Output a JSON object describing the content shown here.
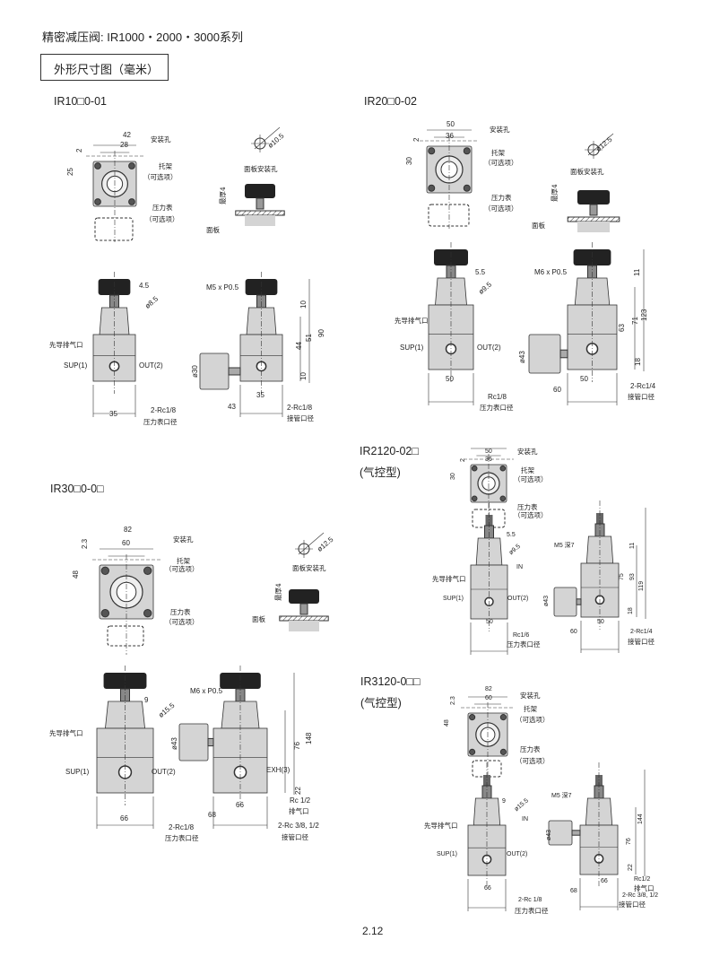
{
  "header": {
    "title": "精密减压阀: IR1000・2000・3000系列",
    "section_box": "外形尺寸图（毫米）"
  },
  "page_number": "2.12",
  "common": {
    "mount_hole": "安装孔",
    "bracket": "托架",
    "optional": "（可选项）",
    "gauge": "压力表",
    "panel_hole": "面板安装孔",
    "panel_thick": "最厚4",
    "panel": "面板",
    "pilot_exhaust": "先导排气口",
    "sup": "SUP(1)",
    "out": "OUT(2)",
    "gauge_port": "压力表口径",
    "pipe_port": "接管口径",
    "exhaust_port": "排气口",
    "in": "IN",
    "exh": "EXH(3)",
    "pneumatic": "(气控型)"
  },
  "ir10": {
    "model": "IR10□0-01",
    "top": {
      "w": "42",
      "hole": "28",
      "off": "2",
      "h": "25"
    },
    "panel_dia": "ø10.5",
    "front": {
      "d1": "4.5",
      "d2": "ø8.5",
      "width": "35",
      "port": "2-Rc1/8"
    },
    "side": {
      "thread": "M5 x P0.5",
      "d10a": "10",
      "d51": "51",
      "d44": "44",
      "d90": "90",
      "d10b": "10",
      "gauge_dia": "ø30",
      "width": "35",
      "depth": "43",
      "port": "2-Rc1/8"
    }
  },
  "ir20": {
    "model": "IR20□0-02",
    "top": {
      "w": "50",
      "hole": "36",
      "off": "2",
      "h": "30"
    },
    "panel_dia": "ø12.5",
    "front": {
      "d1": "5.5",
      "d2": "ø9.5",
      "width": "50",
      "port": "Rc1/8"
    },
    "side": {
      "thread": "M6 x P0.5",
      "d11": "11",
      "d63": "63",
      "d71": "71",
      "d123": "123",
      "d18": "18",
      "gauge_dia": "ø43",
      "width": "50",
      "depth": "60",
      "port": "2-Rc1/4"
    }
  },
  "ir2120": {
    "model": "IR2120-02□",
    "top": {
      "w": "50",
      "hole": "36",
      "off": "2",
      "h": "30"
    },
    "front": {
      "d1": "5.5",
      "d2": "ø9.5",
      "width": "50",
      "port": "Rc1/6"
    },
    "side": {
      "thread": "M5 深7",
      "d11": "11",
      "d75": "75",
      "d93": "93",
      "d119": "119",
      "d18": "18",
      "gauge_dia": "ø43",
      "width": "50",
      "depth": "60",
      "port": "2-Rc1/4"
    }
  },
  "ir30": {
    "model": "IR30□0-0□",
    "top": {
      "w": "82",
      "hole": "60",
      "off": "2.3",
      "h": "48"
    },
    "panel_dia": "ø12.5",
    "front": {
      "d1": "9",
      "d2": "ø15.5",
      "width": "66",
      "port": "2-Rc1/8"
    },
    "side": {
      "thread": "M6 x P0.5",
      "d76": "76",
      "d148": "148",
      "d22": "22",
      "gauge_dia": "ø43",
      "width": "66",
      "depth": "68",
      "exh_port": "Rc 1/2",
      "port": "2-Rc 3/8, 1/2"
    }
  },
  "ir3120": {
    "model": "IR3120-0□□",
    "top": {
      "w": "82",
      "hole": "60",
      "off": "2.3",
      "h": "48"
    },
    "front": {
      "d1": "9",
      "d2": "ø15.5",
      "width": "66",
      "port": "2-Rc 1/8"
    },
    "side": {
      "thread": "M5 深7",
      "d144": "144",
      "d76": "76",
      "d22": "22",
      "gauge_dia": "ø43",
      "width": "66",
      "depth": "68",
      "exh_port": "Rc1/2",
      "port": "2-Rc 3/8, 1/2"
    }
  }
}
